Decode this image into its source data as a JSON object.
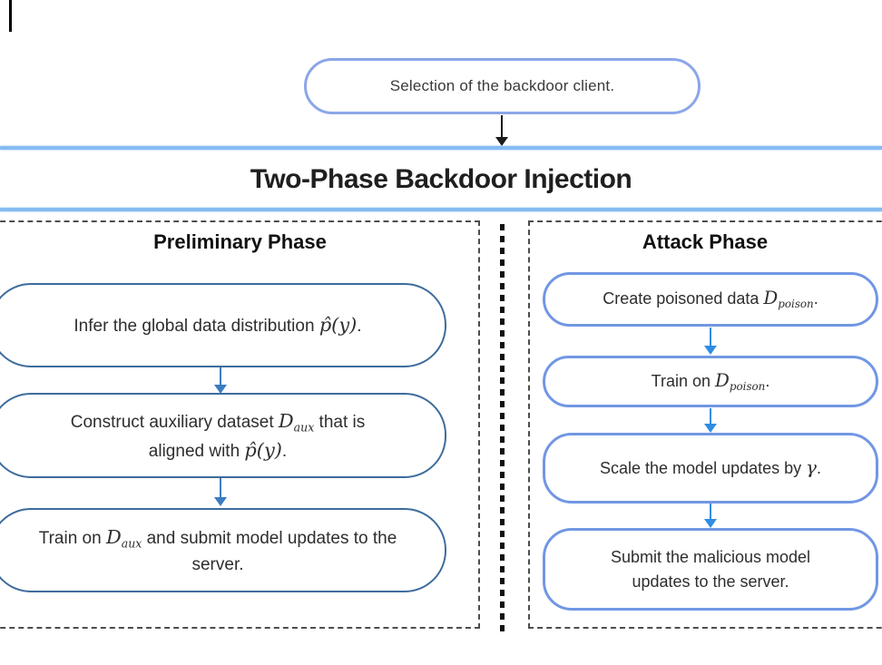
{
  "figure": {
    "top_box_label": "Selection of the backdoor client.",
    "banner_title": "Two-Phase Backdoor Injection"
  },
  "panels": [
    {
      "heading": "Preliminary Phase",
      "steps": [
        {
          "segments": [
            {
              "t": "text",
              "v": "Infer the global data distribution "
            },
            {
              "t": "math",
              "v": "p̂(y)"
            },
            {
              "t": "text",
              "v": "."
            }
          ]
        },
        {
          "segments": [
            {
              "t": "text",
              "v": "Construct auxiliary dataset "
            },
            {
              "t": "math",
              "v": "D"
            },
            {
              "t": "sub",
              "v": "aux"
            },
            {
              "t": "text",
              "v": " that is aligned with "
            },
            {
              "t": "math",
              "v": "p̂(y)"
            },
            {
              "t": "text",
              "v": "."
            }
          ]
        },
        {
          "segments": [
            {
              "t": "text",
              "v": "Train on "
            },
            {
              "t": "math",
              "v": "D"
            },
            {
              "t": "sub",
              "v": "aux"
            },
            {
              "t": "text",
              "v": " and submit model updates to the server."
            }
          ]
        }
      ]
    },
    {
      "heading": "Attack Phase",
      "steps": [
        {
          "segments": [
            {
              "t": "text",
              "v": "Create poisoned data "
            },
            {
              "t": "math",
              "v": "D"
            },
            {
              "t": "sub",
              "v": "poison"
            },
            {
              "t": "text",
              "v": "."
            }
          ]
        },
        {
          "segments": [
            {
              "t": "text",
              "v": "Train on "
            },
            {
              "t": "math",
              "v": "D"
            },
            {
              "t": "sub",
              "v": "poison"
            },
            {
              "t": "text",
              "v": "."
            }
          ]
        },
        {
          "segments": [
            {
              "t": "text",
              "v": "Scale the model updates by "
            },
            {
              "t": "math",
              "v": "γ"
            },
            {
              "t": "text",
              "v": "."
            }
          ]
        },
        {
          "segments": [
            {
              "t": "text",
              "v": "Submit the malicious model updates to the server."
            }
          ]
        }
      ]
    }
  ],
  "colors": {
    "banner_line": "#85bcf2",
    "top_box_border": "#8ba6e9",
    "left_box_border": "#3d6c9c",
    "left_arrow": "#3b7cc2",
    "right_box_border": "#7197e4",
    "right_arrow": "#2f8de2",
    "panel_dash_border": "#4d4d4d",
    "divider_dash": "#111111",
    "text": "#2e2e2e"
  }
}
